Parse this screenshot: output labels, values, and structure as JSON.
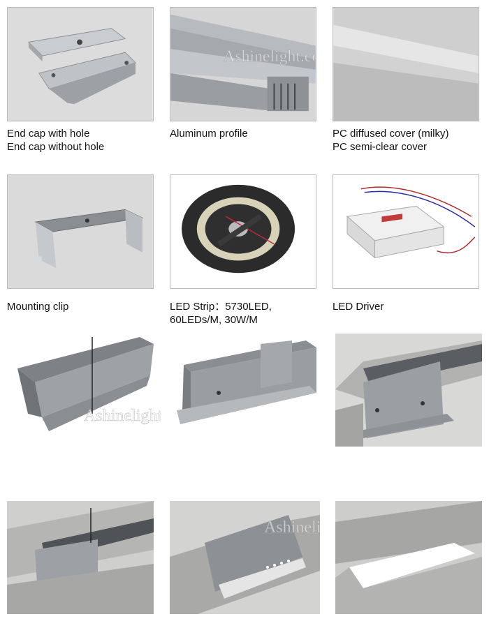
{
  "watermark": "Ashinelight.com",
  "products": [
    {
      "lines": [
        "End cap with hole",
        "End cap without hole"
      ],
      "image": "end-caps"
    },
    {
      "lines": [
        "Aluminum profile"
      ],
      "image": "aluminum-profile"
    },
    {
      "lines": [
        "PC diffused cover (milky)",
        "PC semi-clear cover"
      ],
      "image": "pc-cover"
    },
    {
      "lines": [
        "Mounting clip"
      ],
      "image": "mounting-clip"
    },
    {
      "lines": [
        "LED Strip：5730LED,",
        "60LEDs/M,   30W/M"
      ],
      "image": "led-strip-reel"
    },
    {
      "lines": [
        "LED Driver"
      ],
      "image": "led-driver"
    }
  ],
  "installation_steps": [
    {
      "image": "profile-with-clip"
    },
    {
      "image": "profile-clip-mounted"
    },
    {
      "image": "profile-in-ceiling"
    },
    {
      "image": "profile-ceiling-side"
    },
    {
      "image": "light-installed-lit"
    },
    {
      "image": "ceiling-slot-lit"
    }
  ],
  "colors": {
    "tile_border": "#b9b9b9",
    "photo_bg": "#d9d9d9",
    "aluminum": "#9ea1a5",
    "concrete": "#a8a8a6"
  }
}
